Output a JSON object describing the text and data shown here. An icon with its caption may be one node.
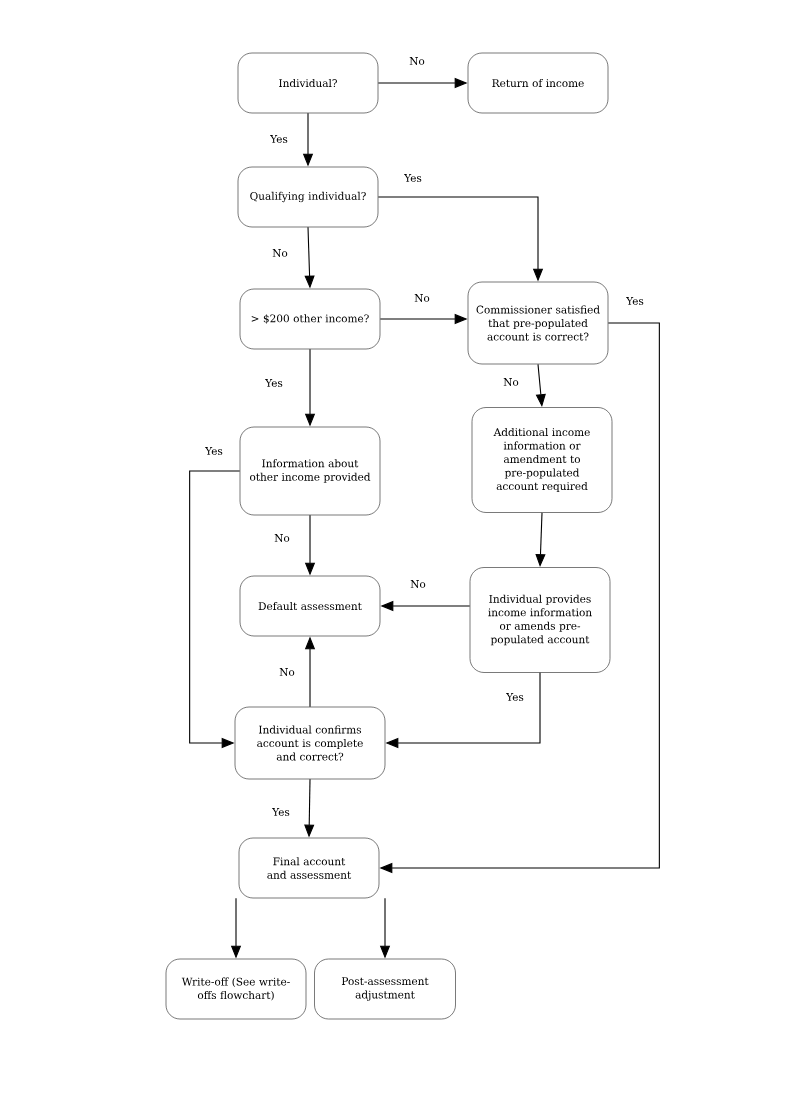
{
  "diagram": {
    "nodes": [
      {
        "text": [
          "Individual?"
        ]
      },
      {
        "text": [
          "Return of income"
        ]
      },
      {
        "text": [
          "Qualifying individual?"
        ]
      },
      {
        "text": [
          "> $200 other income?"
        ]
      },
      {
        "text": [
          "Commissioner satisfied that pre-populated account is correct?"
        ]
      },
      {
        "text": [
          "Additional income information or amendment to pre-populated account required"
        ]
      },
      {
        "text": [
          "Information about other income provided"
        ]
      },
      {
        "text": [
          "Default assessment"
        ]
      },
      {
        "text": [
          "Individual provides income information or amends pre-populated account"
        ]
      },
      {
        "text": [
          "Individual confirms account is complete and correct?"
        ]
      },
      {
        "text": [
          "Final account and assessment"
        ]
      },
      {
        "text": [
          "Write-off (See write-offs flowchart)"
        ]
      },
      {
        "text": [
          "Post-assessment adjustment"
        ]
      }
    ],
    "edges": [
      {
        "from": 0,
        "to": 1,
        "arrow": "to",
        "label": "No"
      },
      {
        "from": 0,
        "to": 2,
        "arrow": "to",
        "label": "Yes"
      },
      {
        "from": 2,
        "to": 4,
        "arrow": "to",
        "label": "Yes"
      },
      {
        "from": 2,
        "to": 3,
        "arrow": "to",
        "label": "No"
      },
      {
        "from": 3,
        "to": 4,
        "arrow": "to",
        "label": "No"
      },
      {
        "from": 3,
        "to": 6,
        "arrow": "to",
        "label": "Yes"
      },
      {
        "from": 4,
        "to": 10,
        "arrow": "to",
        "label": "Yes"
      },
      {
        "from": 4,
        "to": 5,
        "arrow": "to",
        "label": "No"
      },
      {
        "from": 6,
        "to": 9,
        "arrow": "to",
        "label": "Yes"
      },
      {
        "from": 6,
        "to": 7,
        "arrow": "to",
        "label": "No"
      },
      {
        "from": 5,
        "to": 8,
        "arrow": "to"
      },
      {
        "from": 8,
        "to": 7,
        "arrow": "to",
        "label": "No"
      },
      {
        "from": 8,
        "to": 9,
        "arrow": "to",
        "label": "Yes"
      },
      {
        "from": 9,
        "to": 7,
        "arrow": "to",
        "label": "No"
      },
      {
        "from": 9,
        "to": 10,
        "arrow": "to",
        "label": "Yes"
      },
      {
        "from": 10,
        "to": 11,
        "arrow": "to"
      },
      {
        "from": 10,
        "to": 12,
        "arrow": "to"
      }
    ]
  }
}
